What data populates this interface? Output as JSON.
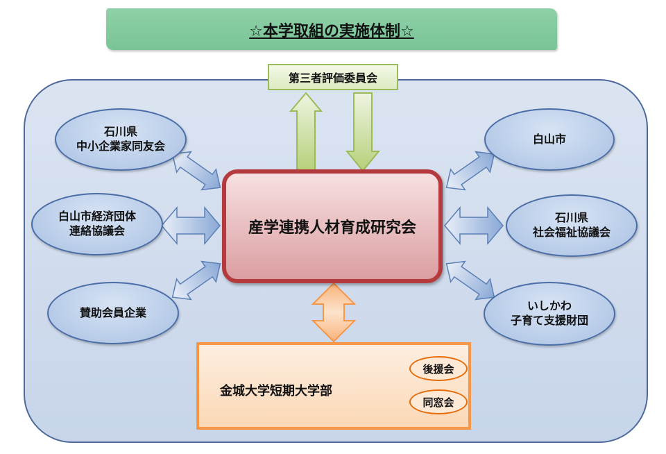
{
  "banner": {
    "title": "☆本学取組の実施体制☆"
  },
  "evaluation": {
    "label": "第三者評価委員会"
  },
  "center": {
    "label": "産学連携人材育成研究会"
  },
  "left_nodes": [
    {
      "line1": "石川県",
      "line2": "中小企業家同友会"
    },
    {
      "line1": "白山市経済団体",
      "line2": "連絡協議会"
    },
    {
      "line1": "賛助会員企業",
      "line2": ""
    }
  ],
  "right_nodes": [
    {
      "line1": "白山市",
      "line2": ""
    },
    {
      "line1": "石川県",
      "line2": "社会福祉協議会"
    },
    {
      "line1": "いしかわ",
      "line2": "子育て支援財団"
    }
  ],
  "university": {
    "label": "金城大学短期大学部",
    "groups": [
      {
        "label": "後援会"
      },
      {
        "label": "同窓会"
      }
    ]
  },
  "colors": {
    "banner": "#7fc79b",
    "panel_border": "#4f6a9a",
    "center_border": "#b53a3d",
    "eval_border": "#9bbb59",
    "university_border": "#f79646",
    "node_border": "#4a6da6"
  }
}
